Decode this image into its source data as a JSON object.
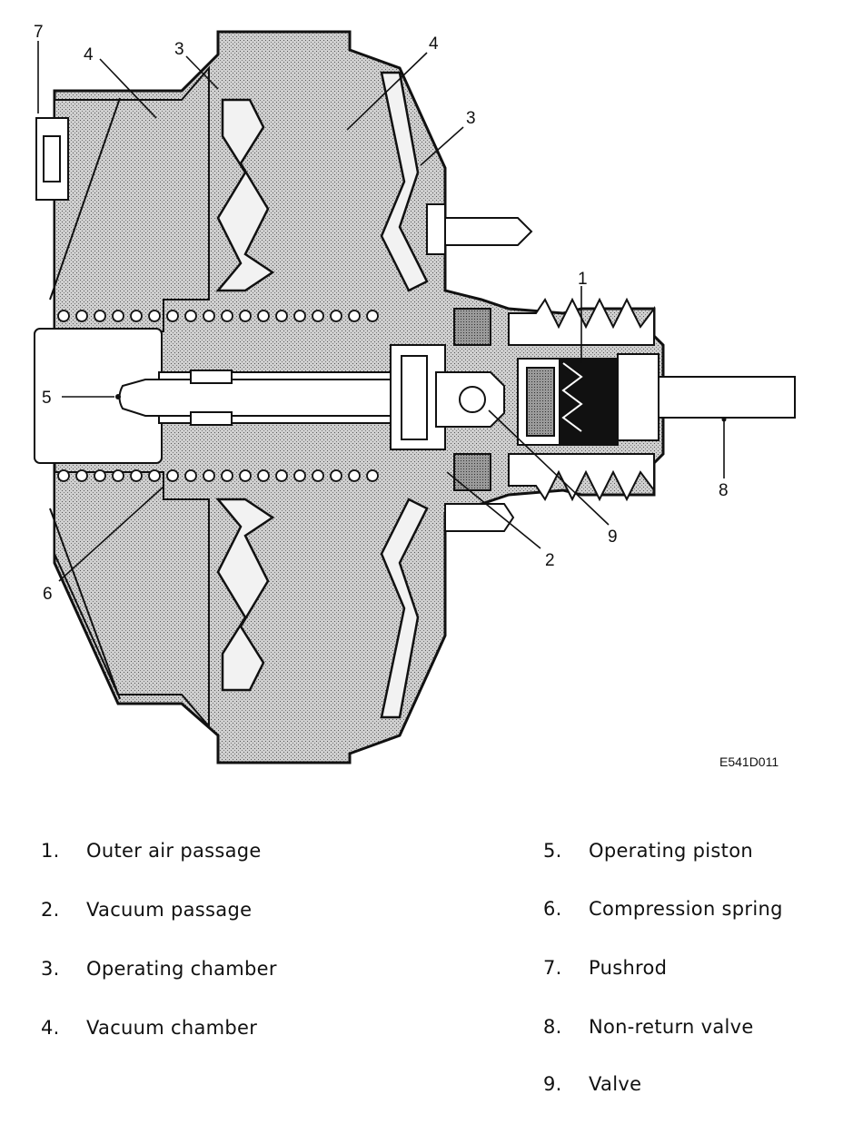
{
  "figure_code": "E541D011",
  "callouts": [
    "1",
    "2",
    "3",
    "3",
    "4",
    "4",
    "5",
    "6",
    "7",
    "8",
    "9"
  ],
  "legend": [
    {
      "num": "1.",
      "label": "Outer air passage"
    },
    {
      "num": "2.",
      "label": "Vacuum passage"
    },
    {
      "num": "3.",
      "label": "Operating chamber"
    },
    {
      "num": "4.",
      "label": "Vacuum chamber"
    },
    {
      "num": "5.",
      "label": "Operating piston"
    },
    {
      "num": "6.",
      "label": "Compression spring"
    },
    {
      "num": "7.",
      "label": "Pushrod"
    },
    {
      "num": "8.",
      "label": "Non-return valve"
    },
    {
      "num": "9.",
      "label": "Valve"
    }
  ]
}
